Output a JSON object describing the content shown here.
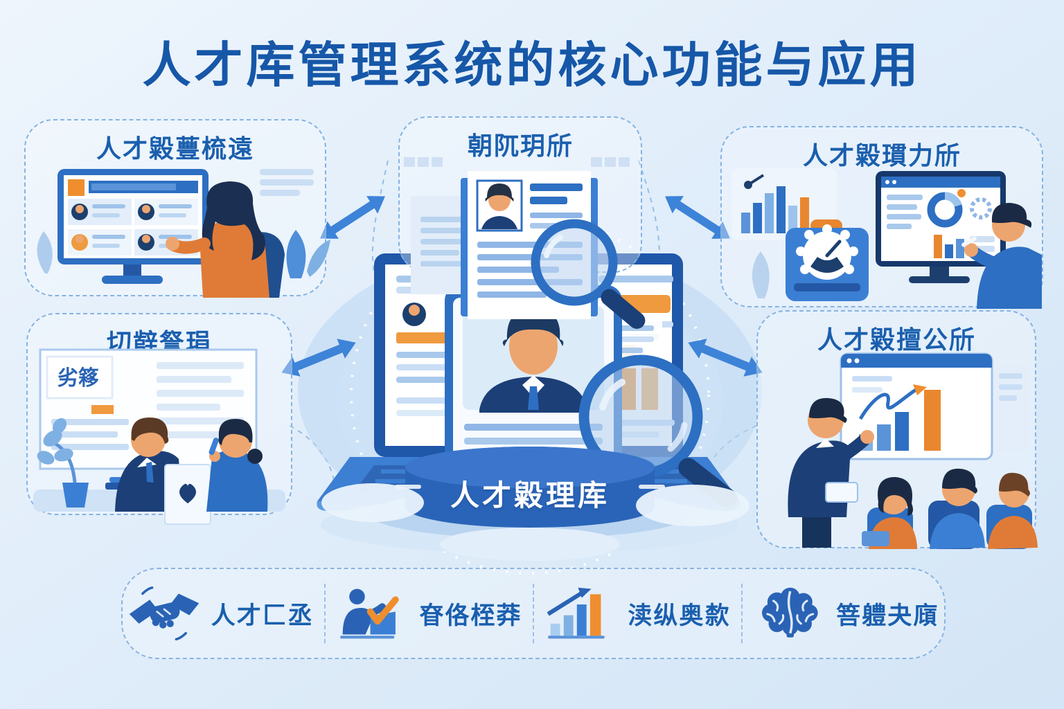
{
  "header": {
    "title": "人才库管理系统的核心功能与应用"
  },
  "panels": {
    "top_left": {
      "label": "人才毇蘴梳遠"
    },
    "top_center": {
      "label": "朝阢玥斦"
    },
    "top_right": {
      "label": "人才毇瑻力斦"
    },
    "bottom_left": {
      "label": "切辪詧琄",
      "board_sign": "劣簃"
    },
    "bottom_right": {
      "label": "人才毇擅公斦"
    }
  },
  "center": {
    "pedestal_label": "人才毇理库"
  },
  "footer": {
    "items": [
      {
        "icon": "handshake-icon",
        "label": "人才匚丞"
      },
      {
        "icon": "person-check-icon",
        "label": "眘佫桎莽"
      },
      {
        "icon": "growth-chart-icon",
        "label": "渎纵奥歀"
      },
      {
        "icon": "brain-icon",
        "label": "箁軆夬廎"
      }
    ]
  },
  "colors": {
    "title_blue": "#1657a8",
    "label_blue": "#1a5fae",
    "brand_blue": "#2d6fc2",
    "dark_navy": "#1c3f77",
    "accent_orange": "#ef8e2e",
    "arrow_blue": "#3d83d8",
    "background": "#dcebf8"
  }
}
